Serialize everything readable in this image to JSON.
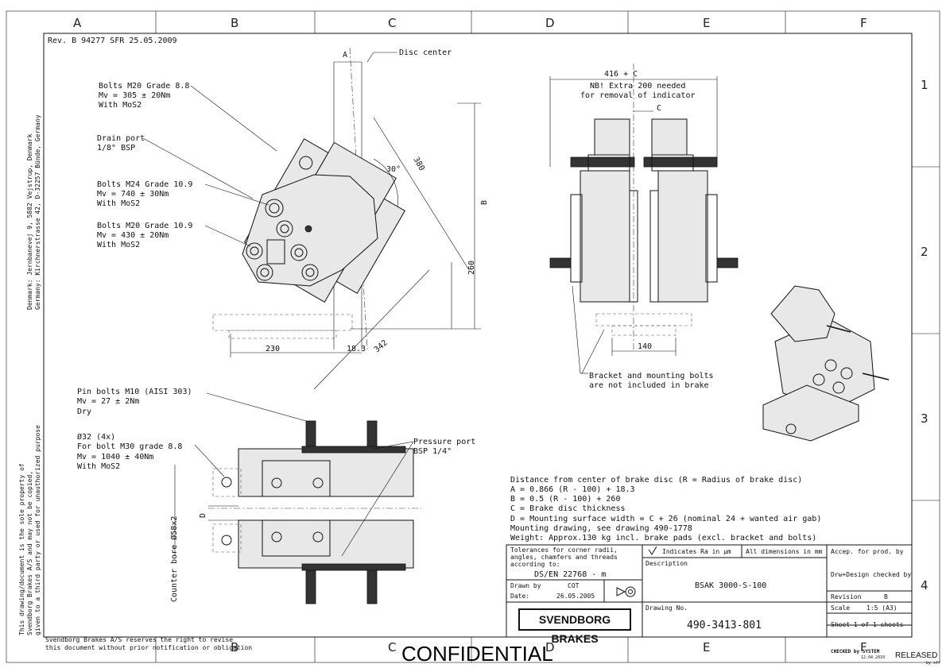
{
  "grid": {
    "columns": [
      "A",
      "B",
      "C",
      "D",
      "E",
      "F"
    ],
    "bottom_columns": [
      "B",
      "C",
      "D",
      "E",
      "F"
    ],
    "rows": [
      "1",
      "2",
      "3",
      "4"
    ]
  },
  "revision_note": "Rev. B 94277 SFR 25.05.2009",
  "side_address": [
    "Denmark: Jernbanevej 9, 5882 Vejstrup, Denmark",
    "Germany: Kirchnerstrasse 42, D-32257 Bünde, Germany"
  ],
  "side_property": [
    "This drawing/document is the sole property of",
    "Svendborg Brakes A/S and may not be copied,",
    "given to a third party or used for unauthorized purpose"
  ],
  "views": {
    "front": {
      "annotations": {
        "bolts_m20_88": [
          "Bolts M20 Grade 8.8",
          "Mv = 305 ± 20Nm",
          "With MoS2"
        ],
        "drain_port": [
          "Drain port",
          "1/8\" BSP"
        ],
        "bolts_m24": [
          "Bolts M24 Grade 10.9",
          "Mv = 740 ± 30Nm",
          "With MoS2"
        ],
        "bolts_m20_109": [
          "Bolts M20 Grade 10.9",
          "Mv = 430 ± 20Nm",
          "With MoS2"
        ],
        "disc_center": "Disc center",
        "dim_a": "A",
        "angle": "30°",
        "dim_380": "380",
        "dim_b": "B",
        "dim_260": "260",
        "dim_230": "230",
        "dim_18_3": "18.3",
        "dim_342": "342"
      }
    },
    "side": {
      "annotations": {
        "dim_416": "416 + C",
        "note_extra": [
          "NB! Extra 200 needed",
          "for removal of indicator"
        ],
        "dim_c": "C",
        "dim_140": "140",
        "bracket_note": [
          "Bracket and mounting bolts",
          "are not included in brake"
        ]
      }
    },
    "top": {
      "annotations": {
        "pin_bolts": [
          "Pin bolts M10 (AISI 303)",
          "Mv = 27 ± 2Nm",
          "Dry"
        ],
        "bolt_m30": [
          "Ø32 (4x)",
          "For bolt M30 grade 8.8",
          "Mv = 1040 ± 40Nm",
          "With MoS2"
        ],
        "pressure_port": [
          "Pressure port",
          "BSP 1/4\""
        ],
        "counter_bore": "Counter bore Ø58x2",
        "dim_d": "D"
      }
    }
  },
  "notes": [
    "Distance from center of brake disc (R = Radius of brake disc)",
    "A = 0.866 (R - 100) + 18.3",
    "B = 0.5 (R - 100) + 260",
    "C = Brake disc thickness",
    "D = Mounting surface width = C + 26 (nominal 24 + wanted air gab)",
    "Mounting drawing, see drawing 490-1778",
    "Weight: Approx.130 kg incl. brake pads (excl. bracket and bolts)"
  ],
  "title_block": {
    "tolerances": [
      "Tolerances for corner radii,",
      "angles, chamfers and threads",
      "according to:"
    ],
    "tolerance_std": "DS/EN 22768 - m",
    "ra_note": "Indicates Ra in µm",
    "dimensions_note": "All dimensions in mm",
    "accep": "Accep. for prod. by",
    "description_label": "Description",
    "description": "BSAK 3000-S-100",
    "drw_design": "Drw+Design checked by",
    "drawn_by_label": "Drawn by",
    "drawn_by": "COT",
    "date_label": "Date:",
    "date": "26.05.2005",
    "revision_label": "Revision",
    "revision": "B",
    "scale_label": "Scale",
    "scale": "1:5 (A3)",
    "drawing_no_label": "Drawing No.",
    "drawing_no": "490-3413-801",
    "sheet": "Sheet 1 of 1 sheets",
    "company": "SVENDBORG BRAKES"
  },
  "footer": {
    "reserve": [
      "Svendborg Brakes A/S reserves the right to revise",
      "this document without prior notification or obligation"
    ],
    "confidential": "CONFIDENTIAL",
    "checked": "CHECKED by SYSTEM",
    "checked_date": "12.04.2010",
    "released": "RELEASED",
    "released_by": "by sfr"
  }
}
